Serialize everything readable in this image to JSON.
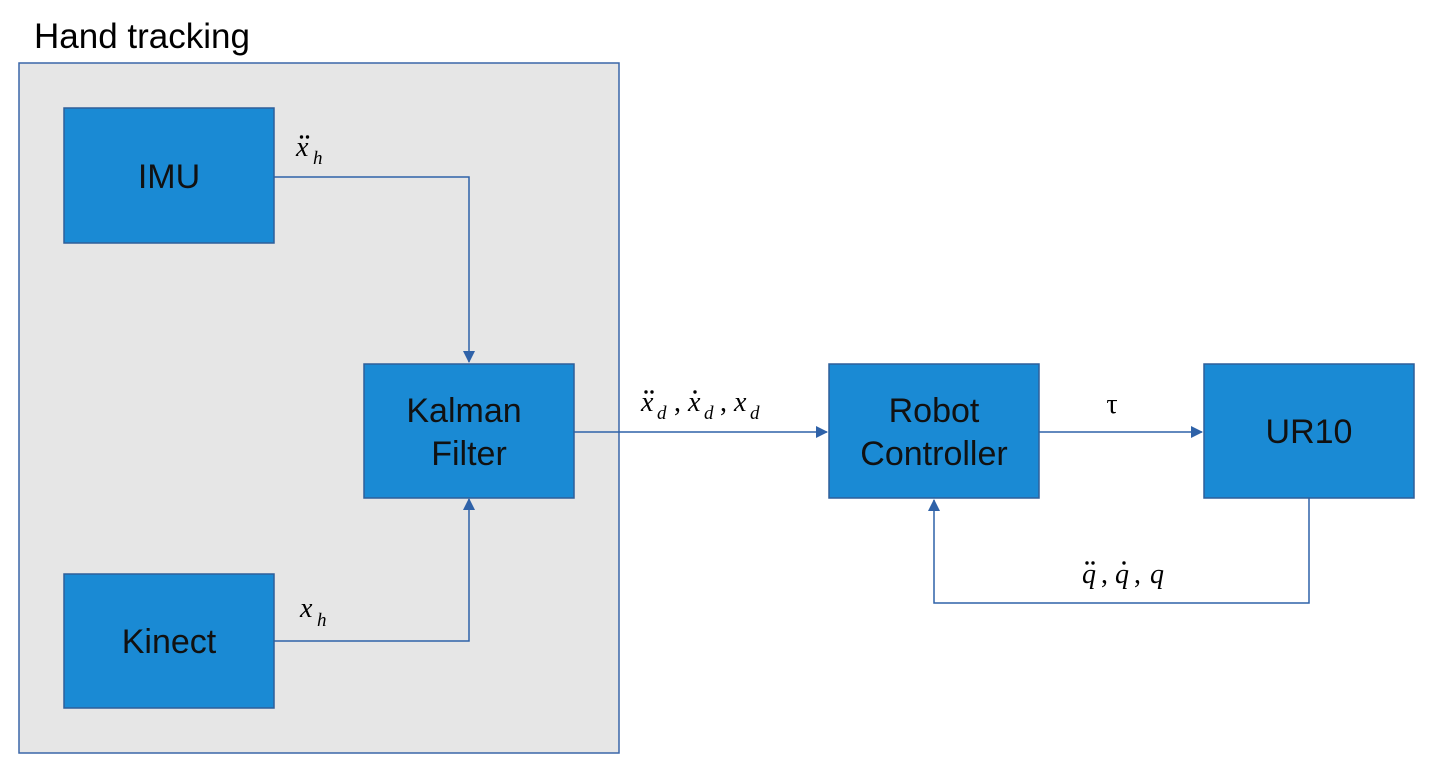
{
  "group": {
    "label": "Hand tracking",
    "fill": "#e6e6e6",
    "stroke": "#3a67a8"
  },
  "blocks": {
    "imu": {
      "label": "IMU"
    },
    "kinect": {
      "label": "Kinect"
    },
    "kalman": {
      "line1": "Kalman",
      "line2": "Filter"
    },
    "controller": {
      "line1": "Robot",
      "line2": "Controller"
    },
    "ur10": {
      "label": "UR10"
    }
  },
  "signals": {
    "imu_out": {
      "base": "x",
      "sub": "h",
      "accent": "double-dot"
    },
    "kinect_out": {
      "base": "x",
      "sub": "h",
      "accent": "none"
    },
    "kalman_out": {
      "terms": [
        {
          "base": "x",
          "sub": "d",
          "accent": "double-dot"
        },
        {
          "base": "x",
          "sub": "d",
          "accent": "dot"
        },
        {
          "base": "x",
          "sub": "d",
          "accent": "none"
        }
      ],
      "separator": ","
    },
    "torque": {
      "symbol": "τ"
    },
    "feedback": {
      "terms": [
        {
          "base": "q",
          "accent": "double-dot"
        },
        {
          "base": "q",
          "accent": "dot"
        },
        {
          "base": "q",
          "accent": "none"
        }
      ],
      "separator": ","
    }
  },
  "colors": {
    "block_fill": "#1a8ad4",
    "block_stroke": "#2e5f9a",
    "arrow": "#2f62a8"
  }
}
